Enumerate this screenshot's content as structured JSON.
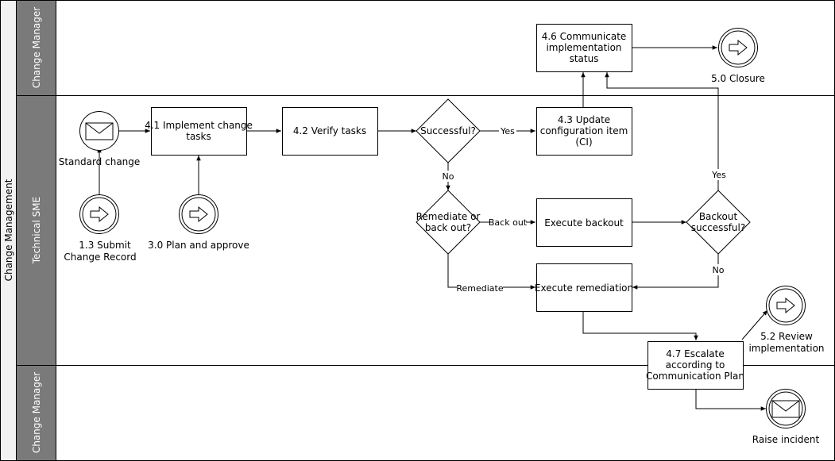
{
  "pool": {
    "label": "Change Management"
  },
  "lanes": {
    "top": "Change Manager",
    "middle": "Technical SME",
    "bottom": "Change Manager"
  },
  "tasks": {
    "t41": [
      "4.1 Implement change",
      "tasks"
    ],
    "t42": [
      "4.2 Verify tasks"
    ],
    "t43": [
      "4.3 Update",
      "configuration item",
      "(CI)"
    ],
    "t46": [
      "4.6 Communicate",
      "implementation",
      "status"
    ],
    "backout": [
      "Execute backout"
    ],
    "remediation": [
      "Execute remediation"
    ],
    "t47": [
      "4.7 Escalate",
      "according to",
      "Communication Plan"
    ]
  },
  "gateways": {
    "successful": [
      "Successful?"
    ],
    "remediate": [
      "Remediate or",
      "back out?"
    ],
    "backout_ok": [
      "Backout",
      "successful?"
    ]
  },
  "events": {
    "standard_change": [
      "Standard change"
    ],
    "submit": [
      "1.3 Submit",
      "Change Record"
    ],
    "plan": [
      "3.0 Plan and approve"
    ],
    "closure": [
      "5.0 Closure"
    ],
    "review": [
      "5.2 Review",
      "implementation"
    ],
    "incident": [
      "Raise incident"
    ]
  },
  "edge_labels": {
    "yes1": "Yes",
    "no1": "No",
    "backout": "Back out",
    "remediate": "Remediate",
    "yes2": "Yes",
    "no2": "No"
  }
}
